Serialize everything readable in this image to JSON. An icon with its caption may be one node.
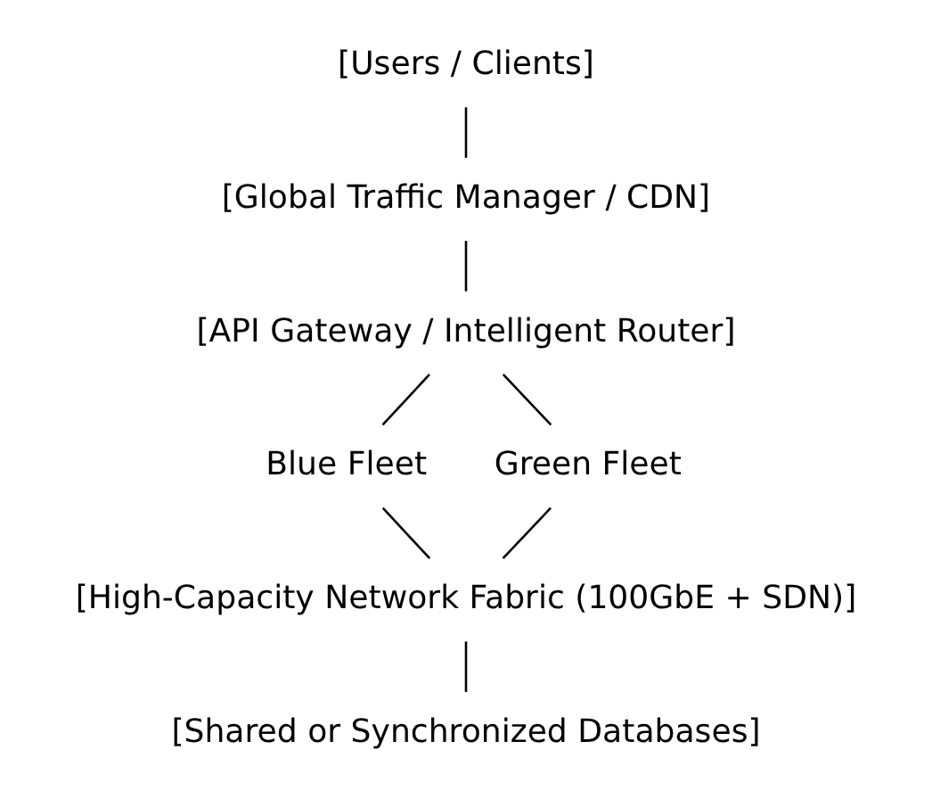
{
  "diagram": {
    "nodes": [
      {
        "text": [
          "[Users / Clients]"
        ]
      },
      {
        "text": [
          "[Global Traffic Manager / CDN]"
        ]
      },
      {
        "text": [
          "[API Gateway / Intelligent Router]"
        ]
      },
      {
        "text": [
          "Blue Fleet"
        ]
      },
      {
        "text": [
          "Green Fleet"
        ]
      },
      {
        "text": [
          "[High-Capacity Network Fabric (100GbE + SDN)]"
        ]
      },
      {
        "text": [
          "[Shared or Synchronized Databases]"
        ]
      }
    ],
    "edges": [
      {
        "from": 0,
        "to": 1,
        "arrow": "none"
      },
      {
        "from": 1,
        "to": 2,
        "arrow": "none"
      },
      {
        "from": 2,
        "to": 3,
        "arrow": "none"
      },
      {
        "from": 2,
        "to": 4,
        "arrow": "none"
      },
      {
        "from": 3,
        "to": 5,
        "arrow": "none"
      },
      {
        "from": 4,
        "to": 5,
        "arrow": "none"
      },
      {
        "from": 5,
        "to": 6,
        "arrow": "none"
      }
    ]
  }
}
